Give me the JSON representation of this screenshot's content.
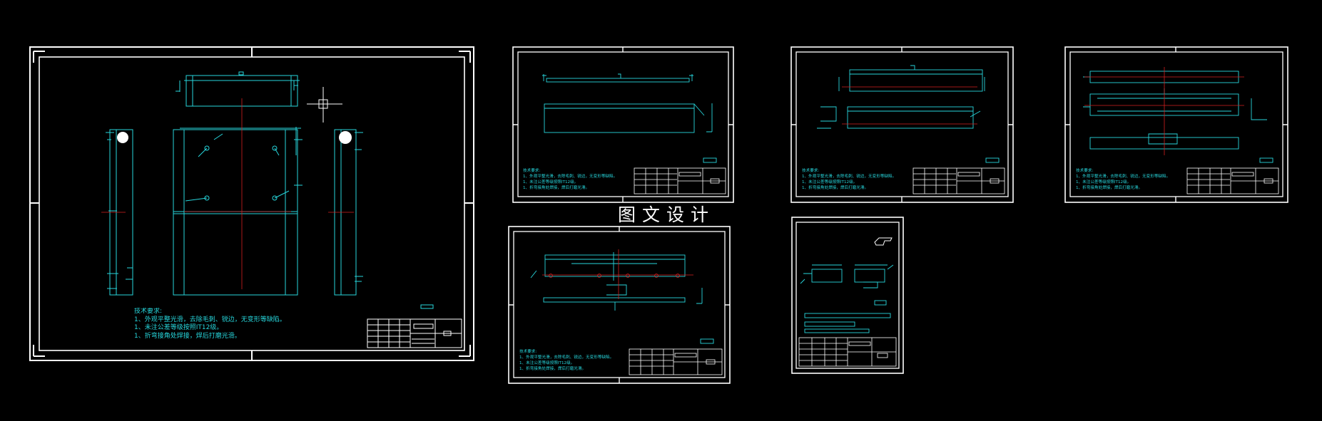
{
  "watermark_text": "图文设计",
  "main_sheet": {
    "notes_title": "技术要求:",
    "notes": [
      "1、外观平整光滑，去除毛刺、锐边，无变形等缺陷。",
      "1、未注公差等级按照IT12级。",
      "1、折弯接角处焊接，焊后打磨光滑。"
    ]
  },
  "small_sheet_notes": {
    "title": "技术要求:",
    "lines": [
      "1、外观平整光滑，去除毛刺、锐边，无变形等缺陷。",
      "1、未注公差等级按照IT12级。",
      "1、折弯接角处焊接，焊后打磨光滑。"
    ]
  },
  "colors": {
    "background": "#000000",
    "frame": "#ffffff",
    "geometry": "#27d6dc",
    "centerline": "#d42020"
  }
}
